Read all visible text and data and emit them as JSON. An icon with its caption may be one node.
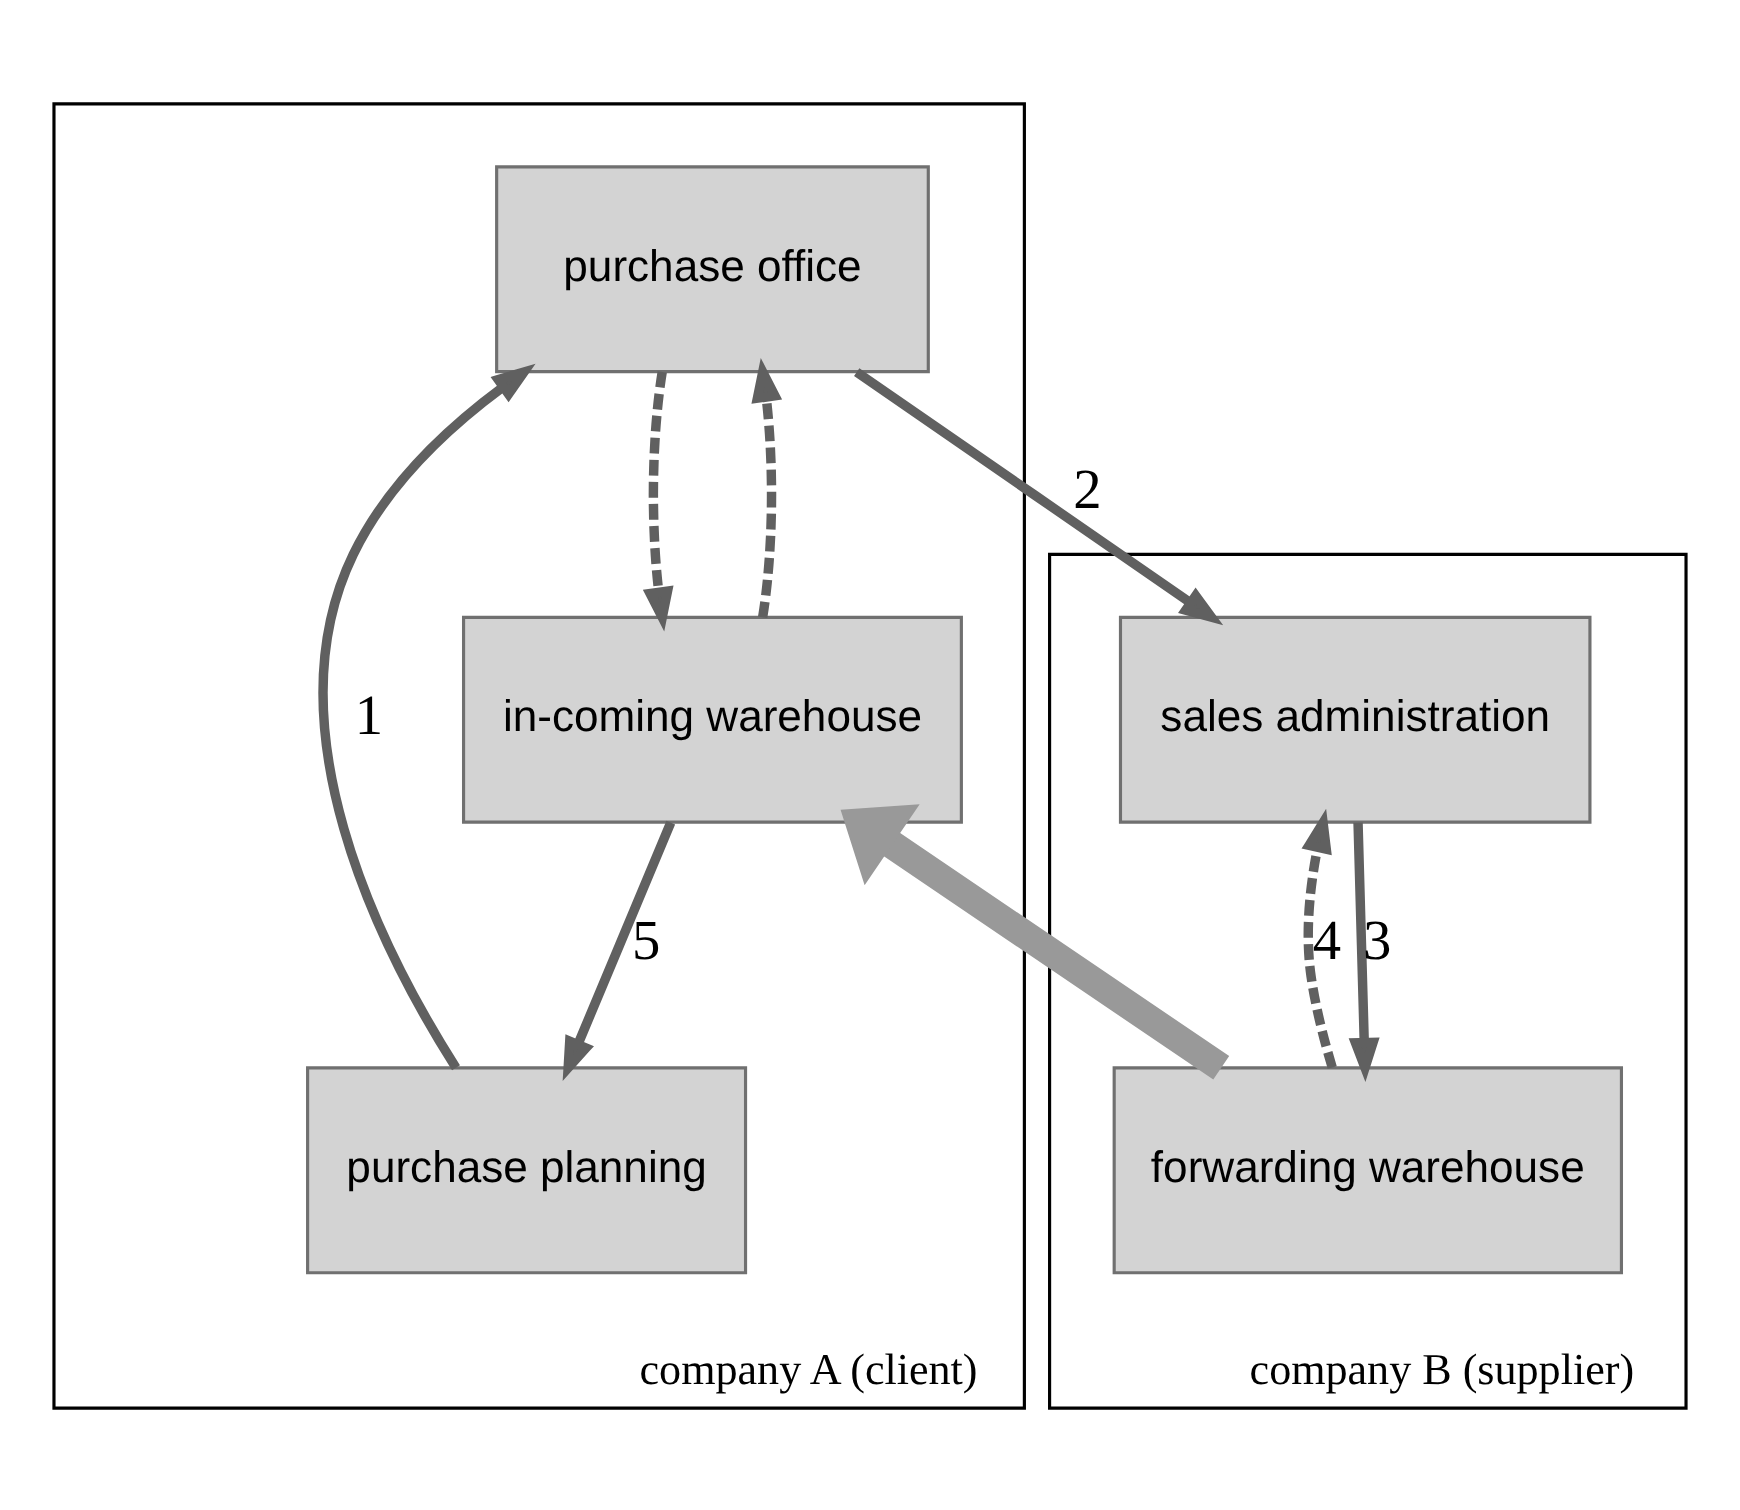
{
  "diagram": {
    "nodes": [
      {
        "text": [
          "company A (client)"
        ]
      },
      {
        "text": [
          "purchase office"
        ],
        "in": 0
      },
      {
        "text": [
          "purchase planning"
        ],
        "in": 0
      },
      {
        "text": [
          "in-coming warehouse"
        ],
        "in": 0
      },
      {
        "text": [
          "company B (supplier)"
        ]
      },
      {
        "text": [
          "sales administration"
        ],
        "in": 4
      },
      {
        "text": [
          "forwarding warehouse"
        ],
        "in": 4
      }
    ],
    "edges": [
      {
        "from": 2,
        "to": 1,
        "arrow": "to",
        "label": "1"
      },
      {
        "from": 1,
        "to": 3,
        "arrow": "to",
        "style": "dashed"
      },
      {
        "from": 1,
        "to": 5,
        "arrow": "to",
        "label": "2"
      },
      {
        "from": 5,
        "to": 6,
        "arrow": "to",
        "label": "3"
      },
      {
        "from": 6,
        "to": 5,
        "arrow": "to",
        "style": "dashed",
        "label": "4"
      },
      {
        "from": 6,
        "to": 3,
        "arrow": "to",
        "style": "thick",
        "color": "#999999"
      },
      {
        "from": 3,
        "to": 2,
        "arrow": "to",
        "label": "5"
      },
      {
        "from": 3,
        "to": 1,
        "arrow": "to",
        "style": "dashed"
      }
    ]
  }
}
